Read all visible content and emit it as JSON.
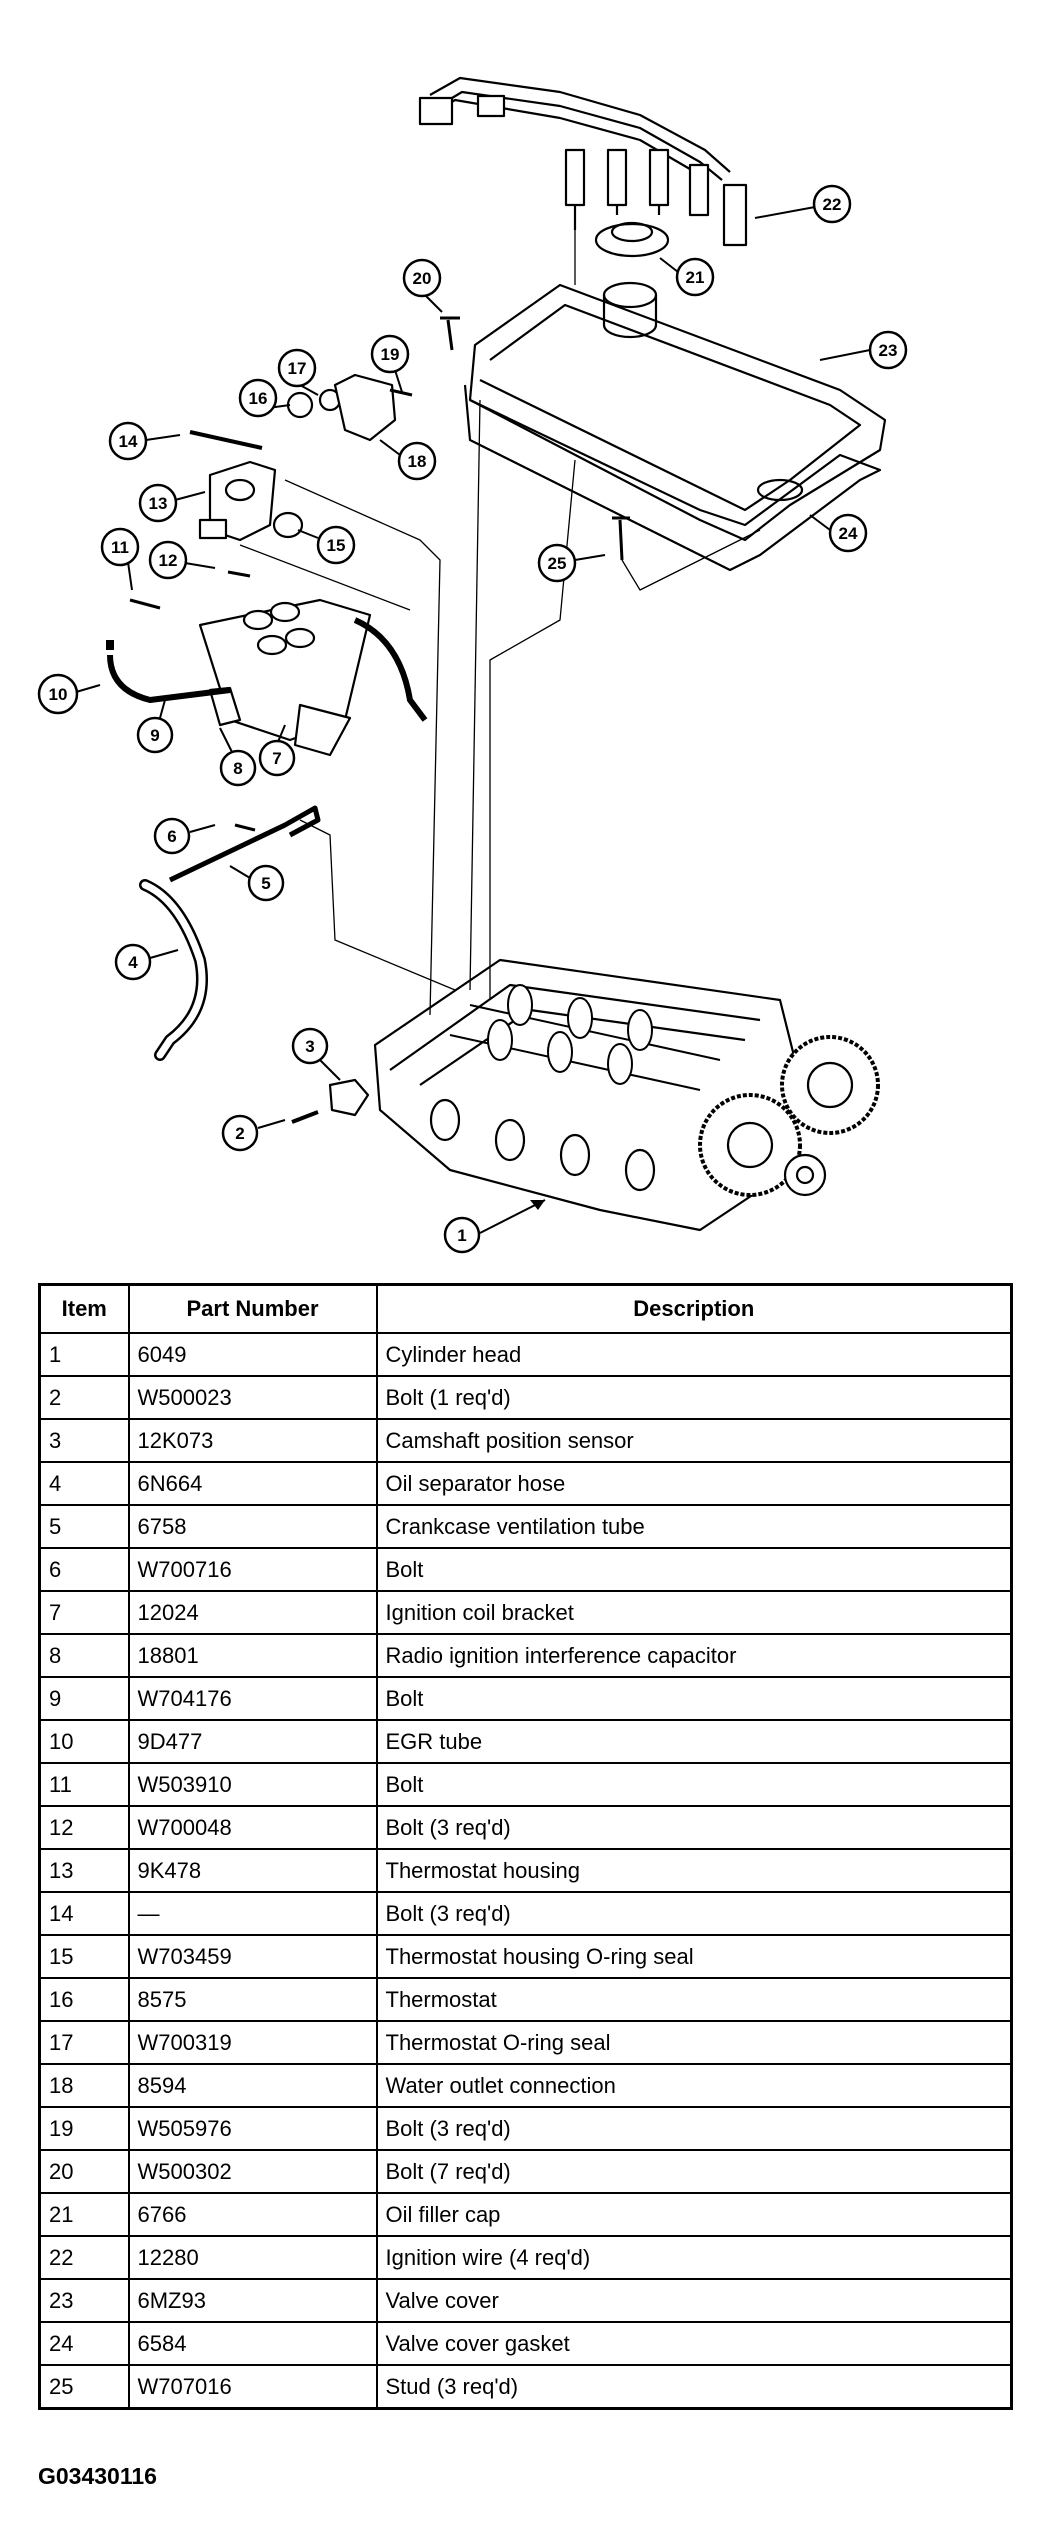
{
  "diagram": {
    "callouts": [
      "1",
      "2",
      "3",
      "4",
      "5",
      "6",
      "7",
      "8",
      "9",
      "10",
      "11",
      "12",
      "13",
      "14",
      "15",
      "16",
      "17",
      "18",
      "19",
      "20",
      "21",
      "22",
      "23",
      "24",
      "25"
    ]
  },
  "table": {
    "headers": [
      "Item",
      "Part Number",
      "Description"
    ],
    "rows": [
      [
        "1",
        "6049",
        "Cylinder head"
      ],
      [
        "2",
        "W500023",
        "Bolt (1 req'd)"
      ],
      [
        "3",
        "12K073",
        "Camshaft position sensor"
      ],
      [
        "4",
        "6N664",
        "Oil separator hose"
      ],
      [
        "5",
        "6758",
        "Crankcase ventilation tube"
      ],
      [
        "6",
        "W700716",
        "Bolt"
      ],
      [
        "7",
        "12024",
        "Ignition coil bracket"
      ],
      [
        "8",
        "18801",
        "Radio ignition interference capacitor"
      ],
      [
        "9",
        "W704176",
        "Bolt"
      ],
      [
        "10",
        "9D477",
        "EGR tube"
      ],
      [
        "11",
        "W503910",
        "Bolt"
      ],
      [
        "12",
        "W700048",
        "Bolt (3 req'd)"
      ],
      [
        "13",
        "9K478",
        "Thermostat housing"
      ],
      [
        "14",
        "—",
        "Bolt (3 req'd)"
      ],
      [
        "15",
        "W703459",
        "Thermostat housing O-ring seal"
      ],
      [
        "16",
        "8575",
        "Thermostat"
      ],
      [
        "17",
        "W700319",
        "Thermostat O-ring seal"
      ],
      [
        "18",
        "8594",
        "Water outlet connection"
      ],
      [
        "19",
        "W505976",
        "Bolt (3 req'd)"
      ],
      [
        "20",
        "W500302",
        "Bolt (7 req'd)"
      ],
      [
        "21",
        "6766",
        "Oil filler cap"
      ],
      [
        "22",
        "12280",
        "Ignition wire (4 req'd)"
      ],
      [
        "23",
        "6MZ93",
        "Valve cover"
      ],
      [
        "24",
        "6584",
        "Valve cover gasket"
      ],
      [
        "25",
        "W707016",
        "Stud (3 req'd)"
      ]
    ]
  },
  "figure_id": "G03430116"
}
